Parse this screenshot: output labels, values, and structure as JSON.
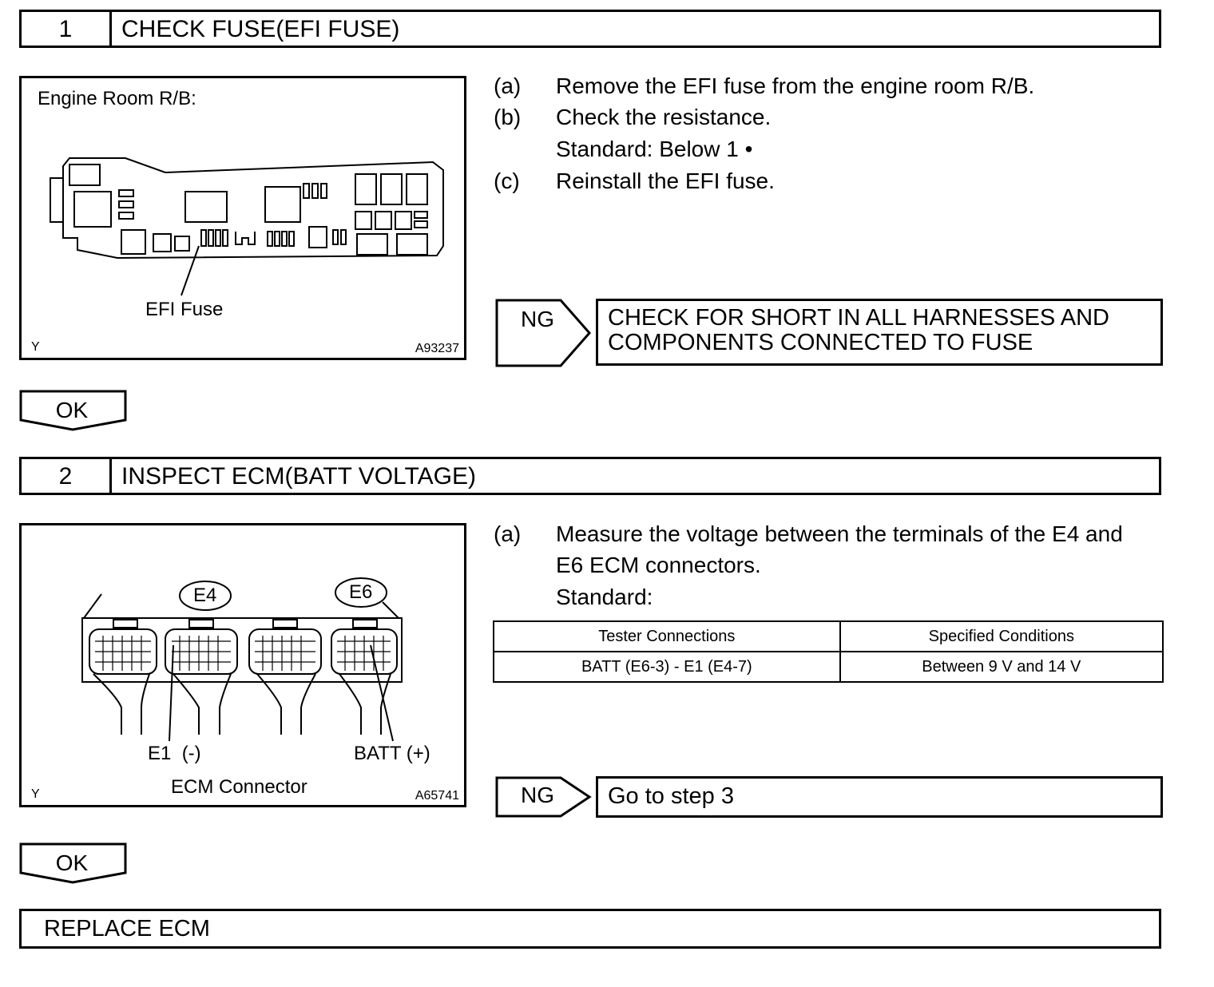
{
  "step1": {
    "number": "1",
    "title": "CHECK FUSE(EFI FUSE)",
    "figure": {
      "label_top": "Engine Room R/B:",
      "label_fuse": "EFI Fuse",
      "corner_left": "Y",
      "code": "A93237"
    },
    "instructions": [
      {
        "label": "(a)",
        "text": "Remove the EFI fuse from the engine room R/B."
      },
      {
        "label": "(b)",
        "text": "Check the resistance."
      },
      {
        "label": "",
        "text": "Standard: Below 1 •"
      },
      {
        "label": "(c)",
        "text": "Reinstall the EFI fuse."
      }
    ],
    "ng_label": "NG",
    "ng_result_line1": "CHECK FOR SHORT IN ALL HARNESSES AND",
    "ng_result_line2": "COMPONENTS CONNECTED TO FUSE",
    "ok_label": "OK"
  },
  "step2": {
    "number": "2",
    "title": "INSPECT ECM(BATT VOLTAGE)",
    "figure": {
      "label_e4": "E4",
      "label_e6": "E6",
      "label_e1": "E1  (-)",
      "label_batt": "BATT (+)",
      "caption": "ECM Connector",
      "corner_left": "Y",
      "code": "A65741"
    },
    "instructions": [
      {
        "label": "(a)",
        "text": "Measure the voltage between the terminals of the E4 and"
      },
      {
        "label": "",
        "text": "E6 ECM connectors."
      },
      {
        "label": "",
        "text": "Standard:"
      }
    ],
    "table": {
      "headers": [
        "Tester Connections",
        "Specified Conditions"
      ],
      "rows": [
        [
          "BATT (E6-3) - E1 (E4-7)",
          "Between 9 V and 14 V"
        ]
      ]
    },
    "ng_label": "NG",
    "ng_result": "Go to step 3",
    "ok_label": "OK"
  },
  "final": {
    "text": "REPLACE ECM"
  }
}
